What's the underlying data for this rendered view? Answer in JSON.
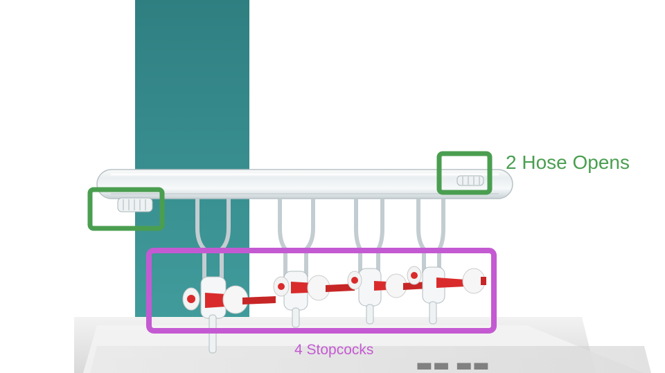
{
  "annotations": {
    "hose_label": "2 Hose Opens",
    "stopcock_label": "4 Stopcocks",
    "hose_box_color": "#4a9e50",
    "stopcock_box_color": "#c45ad2"
  },
  "photo": {
    "subject": "glass-vacuum-manifold",
    "hose_openings": 2,
    "stopcocks": 4,
    "stopcock_color": "#d92b2b",
    "backdrop_color": "#3a8c8c"
  }
}
